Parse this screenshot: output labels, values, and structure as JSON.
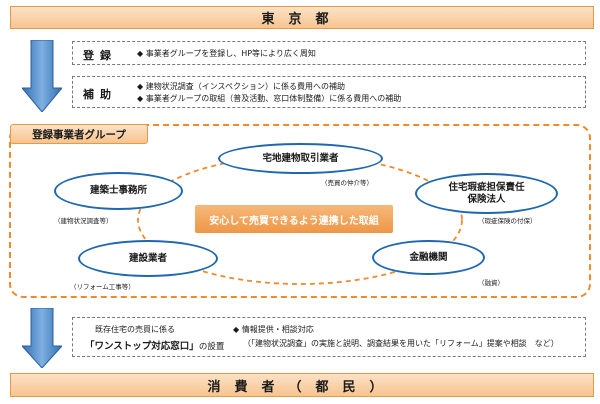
{
  "top_header": {
    "label": "東京都"
  },
  "registration": {
    "label": "登録",
    "bullets": [
      "◆ 事業者グループを登録し、HP等により広く周知"
    ]
  },
  "subsidy": {
    "label": "補助",
    "bullets": [
      "◆ 建物状況調査（インスペクション）に係る費用への補助",
      "◆ 事業者グループの取組（普及活動、窓口体制整備）に係る費用への補助"
    ]
  },
  "group": {
    "title": "登録事業者グループ",
    "center_text": "安心して売買できるよう連携した取組",
    "nodes": {
      "real_estate": {
        "label": "宅地建物取引業者",
        "note": "（売買の仲介等）"
      },
      "architect": {
        "label": "建築士事務所",
        "note": "（建物状況調査等）"
      },
      "insurance": {
        "label_line1": "住宅瑕疵担保責任",
        "label_line2": "保険法人",
        "note": "（瑕疵保険の付保）"
      },
      "construction": {
        "label": "建設業者",
        "note": "（リフォーム工事等）"
      },
      "finance": {
        "label": "金融機関",
        "note": "（融資）"
      }
    }
  },
  "one_stop": {
    "line1": "既存住宅の売買に係る",
    "line2_emph": "「ワンストップ対応窓口」",
    "line2_rest": "の設置",
    "bullet_title": "◆ 情報提供・相談対応",
    "bullet_detail": "（「建物状況調査」の実施と説明、調査結果を用いた「リフォーム」提案や相談　など）"
  },
  "bottom_header": {
    "label": "消費者（都民）"
  },
  "colors": {
    "accent_blue": "#1f67b0",
    "arrow_blue": "#4a86c8",
    "orange": "#ee9647",
    "dashed_orange": "#f08a2c"
  }
}
